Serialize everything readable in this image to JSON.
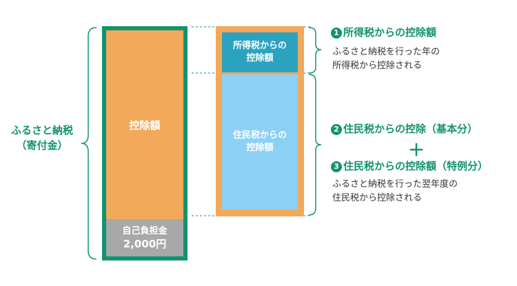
{
  "left_label": {
    "line1": "ふるさと納税",
    "line2": "（寄付金）"
  },
  "left_column": {
    "deduction_label": "控除額",
    "self_burden_label": "自己負担金",
    "self_burden_amount": "2,000円"
  },
  "right_column": {
    "income_box": {
      "line1": "所得税からの",
      "line2": "控除額"
    },
    "resident_box": {
      "line1": "住民税からの",
      "line2": "控除額"
    }
  },
  "annotations": {
    "item1": {
      "number": "1",
      "title": "所得税からの控除額",
      "desc1": "ふるさと納税を行った年の",
      "desc2": "所得税から控除される"
    },
    "item2": {
      "number": "2",
      "title": "住民税からの控除（基本分）"
    },
    "plus": "＋",
    "item3": {
      "number": "3",
      "title": "住民税からの控除額（特例分）",
      "desc1": "ふるさと納税を行った翌年度の",
      "desc2": "住民税から控除される"
    }
  },
  "colors": {
    "green": "#12936f",
    "orange": "#f2a95a",
    "gray": "#a8a8a8",
    "teal": "#2ba3c0",
    "light_blue": "#8dd0f5"
  }
}
